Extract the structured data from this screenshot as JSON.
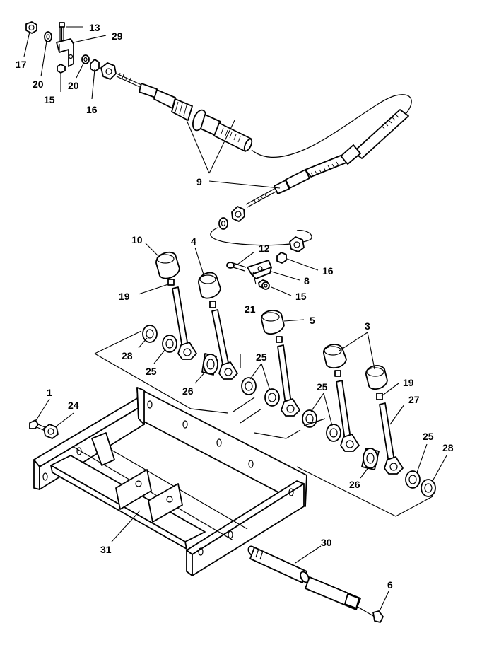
{
  "diagram": {
    "callouts": [
      {
        "id": "c13",
        "label": "13"
      },
      {
        "id": "c29",
        "label": "29"
      },
      {
        "id": "c17",
        "label": "17"
      },
      {
        "id": "c20a",
        "label": "20"
      },
      {
        "id": "c15a",
        "label": "15"
      },
      {
        "id": "c20b",
        "label": "20"
      },
      {
        "id": "c16a",
        "label": "16"
      },
      {
        "id": "c9",
        "label": "9"
      },
      {
        "id": "c10",
        "label": "10"
      },
      {
        "id": "c4",
        "label": "4"
      },
      {
        "id": "c12",
        "label": "12"
      },
      {
        "id": "c16b",
        "label": "16"
      },
      {
        "id": "c8",
        "label": "8"
      },
      {
        "id": "c19a",
        "label": "19"
      },
      {
        "id": "c21",
        "label": "21"
      },
      {
        "id": "c15b",
        "label": "15"
      },
      {
        "id": "c5",
        "label": "5"
      },
      {
        "id": "c3",
        "label": "3"
      },
      {
        "id": "c28a",
        "label": "28"
      },
      {
        "id": "c25a",
        "label": "25"
      },
      {
        "id": "c25b",
        "label": "25"
      },
      {
        "id": "c25c",
        "label": "25"
      },
      {
        "id": "c26a",
        "label": "26"
      },
      {
        "id": "c19b",
        "label": "19"
      },
      {
        "id": "c27",
        "label": "27"
      },
      {
        "id": "c1",
        "label": "1"
      },
      {
        "id": "c24",
        "label": "24"
      },
      {
        "id": "c25d",
        "label": "25"
      },
      {
        "id": "c28b",
        "label": "28"
      },
      {
        "id": "c26b",
        "label": "26"
      },
      {
        "id": "c31",
        "label": "31"
      },
      {
        "id": "c30",
        "label": "30"
      },
      {
        "id": "c6",
        "label": "6"
      }
    ]
  }
}
